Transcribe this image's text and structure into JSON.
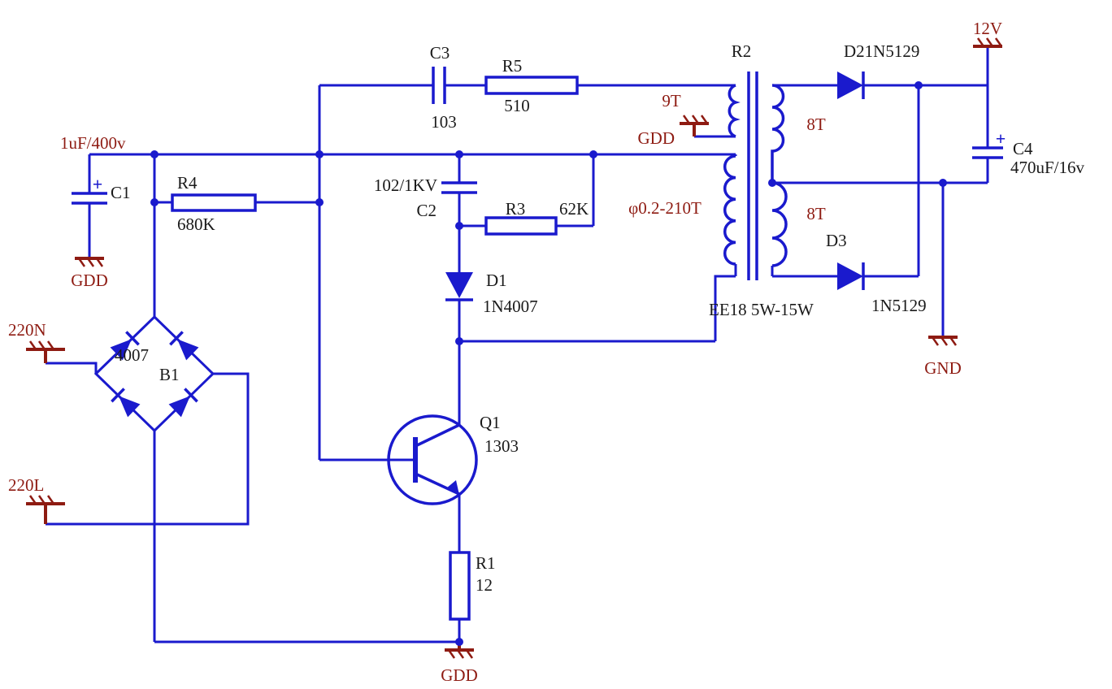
{
  "schematic": {
    "type": "circuit-schematic",
    "colors": {
      "wire_blue": "#1a1acd",
      "power_label_red": "#8e1b12",
      "component_label_black": "#1a1a1a",
      "background": "#ffffff"
    },
    "labels": {
      "supply_12v": "12V",
      "d2_ref": "D2",
      "d2_part": "1N5129",
      "t1_ref": "R2",
      "c3_ref": "C3",
      "c3_value": "103",
      "r5_ref": "R5",
      "r5_value": "510",
      "t1_feedback_turns": "9T",
      "gdd_feedback": "GDD",
      "t1_secondary_top_turns": "8T",
      "t1_secondary_bottom_turns": "8T",
      "c4_plus": "+",
      "c4_ref": "C4",
      "c4_value": "470uF/16v",
      "c1_rating": "1uF/400v",
      "c1_plus": "+",
      "c1_ref": "C1",
      "gdd_input": "GDD",
      "r4_ref": "R4",
      "r4_value": "680K",
      "c2_value": "102/1KV",
      "c2_ref": "C2",
      "r3_ref": "R3",
      "r3_value": "62K",
      "t1_primary_turns": "φ0.2-210T",
      "d1_ref": "D1",
      "d1_part": "1N4007",
      "t1_core": "EE18 5W-15W",
      "d3_ref": "D3",
      "d3_part": "1N5129",
      "gnd": "GND",
      "ac_neutral": "220N",
      "ac_live": "220L",
      "bridge_part": "4007",
      "bridge_ref": "B1",
      "q1_ref": "Q1",
      "q1_part": "1303",
      "r1_ref": "R1",
      "r1_value": "12",
      "gdd_emitter": "GDD"
    }
  }
}
